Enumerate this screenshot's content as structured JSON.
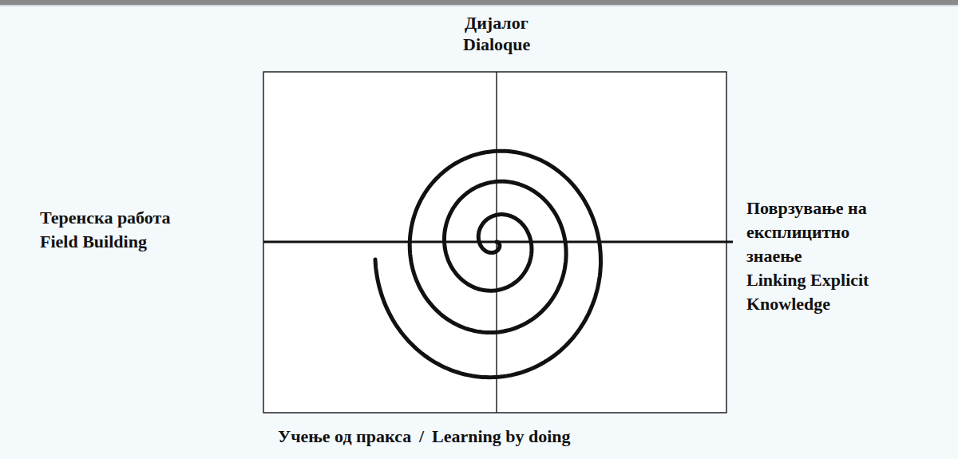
{
  "diagram": {
    "labels": [
      "Дијалог",
      "Dialoque",
      "Теренска работа",
      "Field Building",
      "Поврзување на експлицитно знаење",
      "Linking Explicit Knowledge",
      "Учење од пракса",
      "/",
      "Learning by doing"
    ]
  }
}
